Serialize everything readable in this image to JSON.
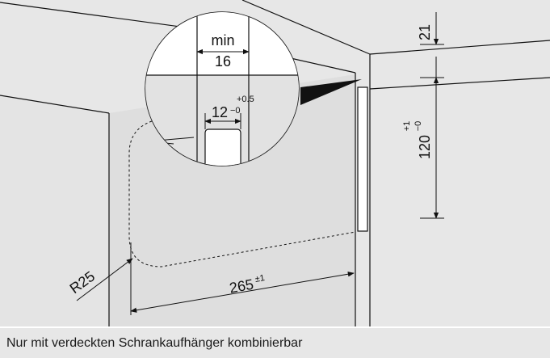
{
  "diagram": {
    "dimensions": {
      "min_label": "min",
      "min_value": "16",
      "groove_main": "12",
      "groove_tol_upper": "+0.5",
      "groove_tol_lower": "−0",
      "top_offset": "21",
      "height_main": "120",
      "height_tol_upper": "+1",
      "height_tol_lower": "−0",
      "width_main": "265",
      "width_tol": "±1",
      "radius": "R25"
    }
  },
  "caption": {
    "text": "Nur mit verdeckten Schrankaufhänger kombinierbar"
  },
  "colors": {
    "background": "#e7e7e7",
    "panel_fill": "#e2e2e2",
    "line": "#111111"
  }
}
